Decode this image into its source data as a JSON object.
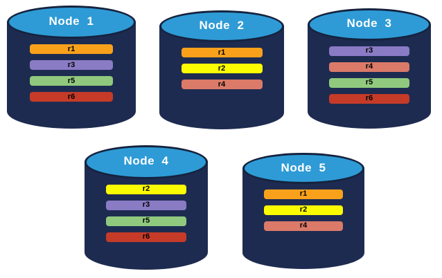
{
  "diagram": {
    "name": "replica-distribution-across-database-nodes",
    "palette": {
      "cylinder_body": "#1E2B50",
      "cylinder_top": "#2E9BD6",
      "cylinder_outline": "#15233F",
      "title_text": "#FFFFFF",
      "bar_text": "#000000",
      "background": "#FFFFFF"
    },
    "replica_colors": {
      "r1": "#F9A11B",
      "r2": "#FCFC00",
      "r3": "#8A7BC5",
      "r4": "#DB7A68",
      "r5": "#90C97E",
      "r6": "#C53B28"
    },
    "nodes": [
      {
        "id": "node-1",
        "title": "Node  1",
        "replicas": [
          "r1",
          "r3",
          "r5",
          "r6"
        ]
      },
      {
        "id": "node-2",
        "title": "Node  2",
        "replicas": [
          "r1",
          "r2",
          "r4"
        ]
      },
      {
        "id": "node-3",
        "title": "Node  3",
        "replicas": [
          "r3",
          "r4",
          "r5",
          "r6"
        ]
      },
      {
        "id": "node-4",
        "title": "Node  4",
        "replicas": [
          "r2",
          "r3",
          "r5",
          "r6"
        ]
      },
      {
        "id": "node-5",
        "title": "Node  5",
        "replicas": [
          "r1",
          "r2",
          "r4"
        ]
      }
    ]
  }
}
